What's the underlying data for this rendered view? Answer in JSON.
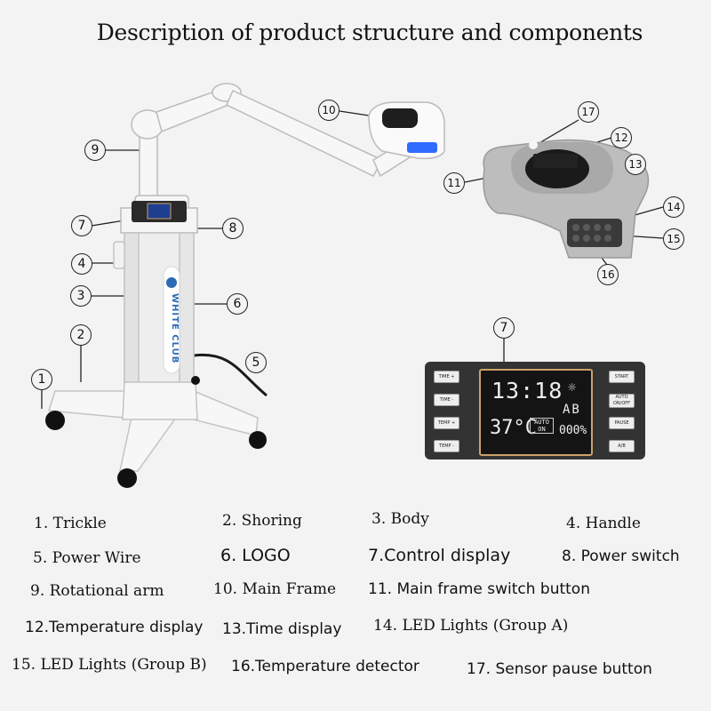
{
  "title": "Description of product structure and components",
  "callouts": [
    "1",
    "2",
    "3",
    "4",
    "5",
    "6",
    "7",
    "8",
    "9",
    "10",
    "11",
    "12",
    "13",
    "14",
    "15",
    "16",
    "17",
    "7"
  ],
  "logo_text": "WHITE CLUB",
  "control_panel": {
    "left_buttons": [
      "TIME +",
      "TIME -",
      "TEMP +",
      "TEMP -"
    ],
    "right_buttons": [
      "START",
      "AUTO ON/OFF",
      "PAUSE",
      "A/B"
    ],
    "time_display": "13:18",
    "temp_display": "37°C",
    "mode": "AB",
    "auto_label": "AUTO ON",
    "percent": "000%"
  },
  "legend": [
    "1. Trickle",
    "2. Shoring",
    "3. Body",
    "4. Handle",
    "5. Power Wire",
    "6. LOGO",
    "7.Control display",
    "8. Power switch",
    "9. Rotational arm",
    "10. Main Frame",
    "11. Main frame switch button",
    "12.Temperature display",
    "13.Time display",
    "14. LED Lights (Group A)",
    "15. LED Lights (Group B)",
    "16.Temperature detector",
    "17. Sensor  pause button"
  ],
  "colors": {
    "background": "#f3f3f3",
    "panel": "#333333",
    "lcd_border": "#c9a36a",
    "led_blue": "#2f6bff"
  }
}
